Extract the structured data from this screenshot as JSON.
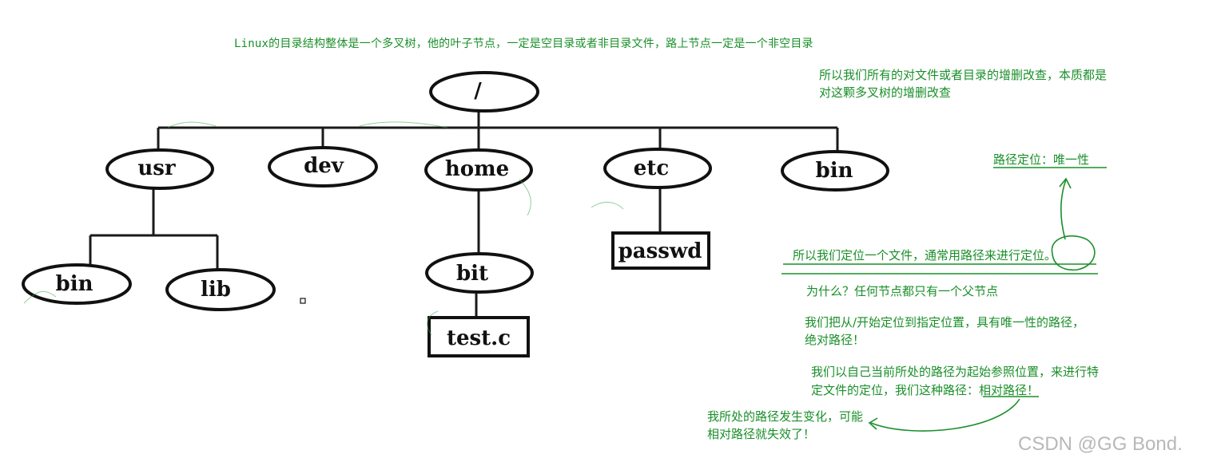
{
  "tree": {
    "root": "/",
    "level1": [
      "usr",
      "dev",
      "home",
      "etc",
      "bin"
    ],
    "usr_children": [
      "bin",
      "lib"
    ],
    "home_children": [
      "bit"
    ],
    "bit_children": [
      "test.c"
    ],
    "etc_children": [
      "passwd"
    ]
  },
  "annotations": {
    "top": "Linux的目录结构整体是一个多叉树，他的叶子节点，一定是空目录或者非目录文件，路上节点一定是一个非空目录",
    "crud_line1": "所以我们所有的对文件或者目录的增删改查，本质都是",
    "crud_line2": "对这颗多叉树的增删改查",
    "unique": "路径定位：唯一性",
    "locate": "所以我们定位一个文件，通常用路径来进行定位。",
    "why": "为什么？任何节点都只有一个父节点",
    "abs_line1": "我们把从/开始定位到指定位置，具有唯一性的路径，",
    "abs_line2": "绝对路径！",
    "rel_line1": "我们以自己当前所处的路径为起始参照位置，来进行特",
    "rel_line2": "定文件的定位，我们这种路径：相对路径！",
    "change_line1": "我所处的路径发生变化，可能",
    "change_line2": "相对路径就失效了！"
  },
  "watermark": "CSDN @GG Bond.",
  "colors": {
    "annotation": "#1a8f2a",
    "tree": "#111111",
    "watermark": "#b8b8b8"
  }
}
